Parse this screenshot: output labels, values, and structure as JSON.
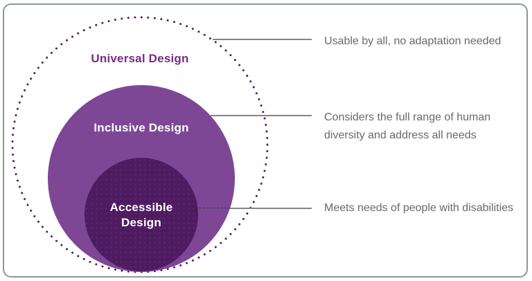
{
  "venn": {
    "rings": [
      {
        "label": "Universal Design",
        "style": "dotted-outline",
        "ring_color": "#52175f",
        "label_color": "#7a2a86"
      },
      {
        "label": "Inclusive Design",
        "style": "filled",
        "fill_color": "#7d4796",
        "label_color": "#ffffff"
      },
      {
        "label": "Accessible Design",
        "label_lines": [
          "Accessible",
          "Design"
        ],
        "style": "filled-dotted-texture",
        "fill_color": "#4e1a60",
        "texture_dot_color": "#5e2a72",
        "label_color": "#ffffff"
      }
    ]
  },
  "annotations": [
    {
      "target": "Universal Design",
      "lines": [
        "Usable by all, no adaptation needed"
      ]
    },
    {
      "target": "Inclusive Design",
      "lines": [
        "Considers the full range of human",
        "diversity and address all needs"
      ]
    },
    {
      "target": "Accessible Design",
      "lines": [
        "Meets needs of people with disabilities"
      ]
    }
  ],
  "colors": {
    "background": "#ffffff",
    "frame_border": "#8d969c",
    "leader_line": "#808489",
    "annotation_text": "#66696d"
  }
}
